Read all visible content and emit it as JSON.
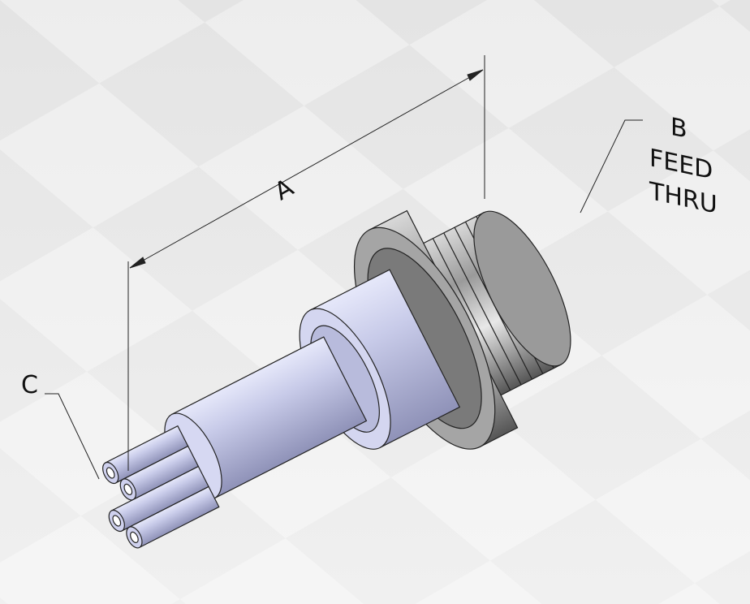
{
  "labels": {
    "dimension_a": "A",
    "callout_b": "B",
    "callout_b_line1": "FEED",
    "callout_b_line2": "THRU",
    "callout_c": "C"
  },
  "colors": {
    "body": "#c4c6e6",
    "nut": "#8c8c8c",
    "floor_light": "#f2f2f2",
    "floor_dark": "#d9d9d9"
  }
}
